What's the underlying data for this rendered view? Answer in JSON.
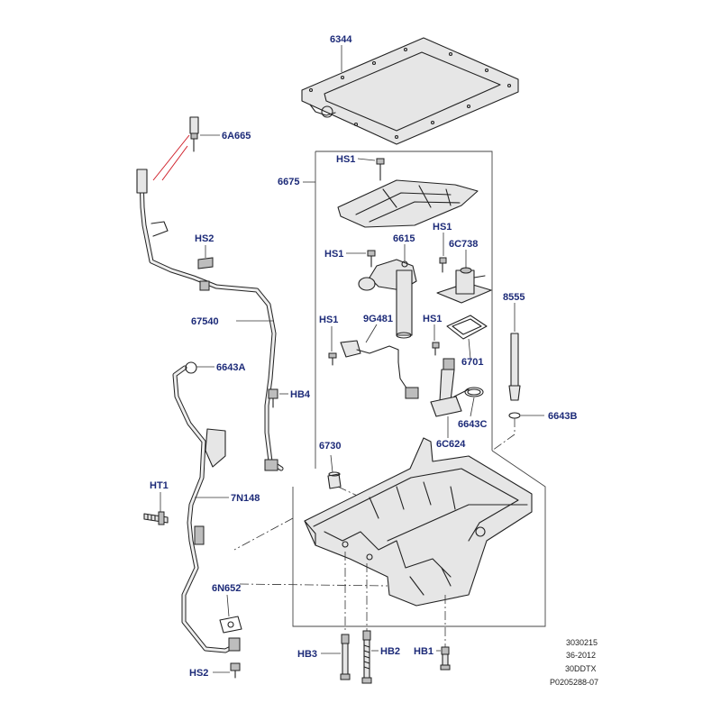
{
  "labels": {
    "l6344": "6344",
    "l6A665": "6A665",
    "l6675": "6675",
    "lHS1a": "HS1",
    "lHS1b": "HS1",
    "lHS1c": "HS1",
    "lHS1d": "HS1",
    "lHS1e": "HS1",
    "l6615": "6615",
    "l6C738": "6C738",
    "l9G481": "9G481",
    "l6701": "6701",
    "l8555": "8555",
    "l6643A": "6643A",
    "l6643B": "6643B",
    "l6643C": "6643C",
    "lHS2a": "HS2",
    "lHS2b": "HS2",
    "l67540": "67540",
    "lHB4": "HB4",
    "l6C624": "6C624",
    "l6730": "6730",
    "lHT1": "HT1",
    "l7N148": "7N148",
    "l6N652": "6N652",
    "lHB3": "HB3",
    "lHB2": "HB2",
    "lHB1": "HB1"
  },
  "reference": {
    "line1": "3030215",
    "line2": "36-2012",
    "line3": "30DDTX",
    "line4": "P0205288-07"
  },
  "colors": {
    "label": "#1c2a78",
    "stroke": "#222222",
    "fill": "#e6e6e6",
    "pointer": "#d0202a"
  }
}
